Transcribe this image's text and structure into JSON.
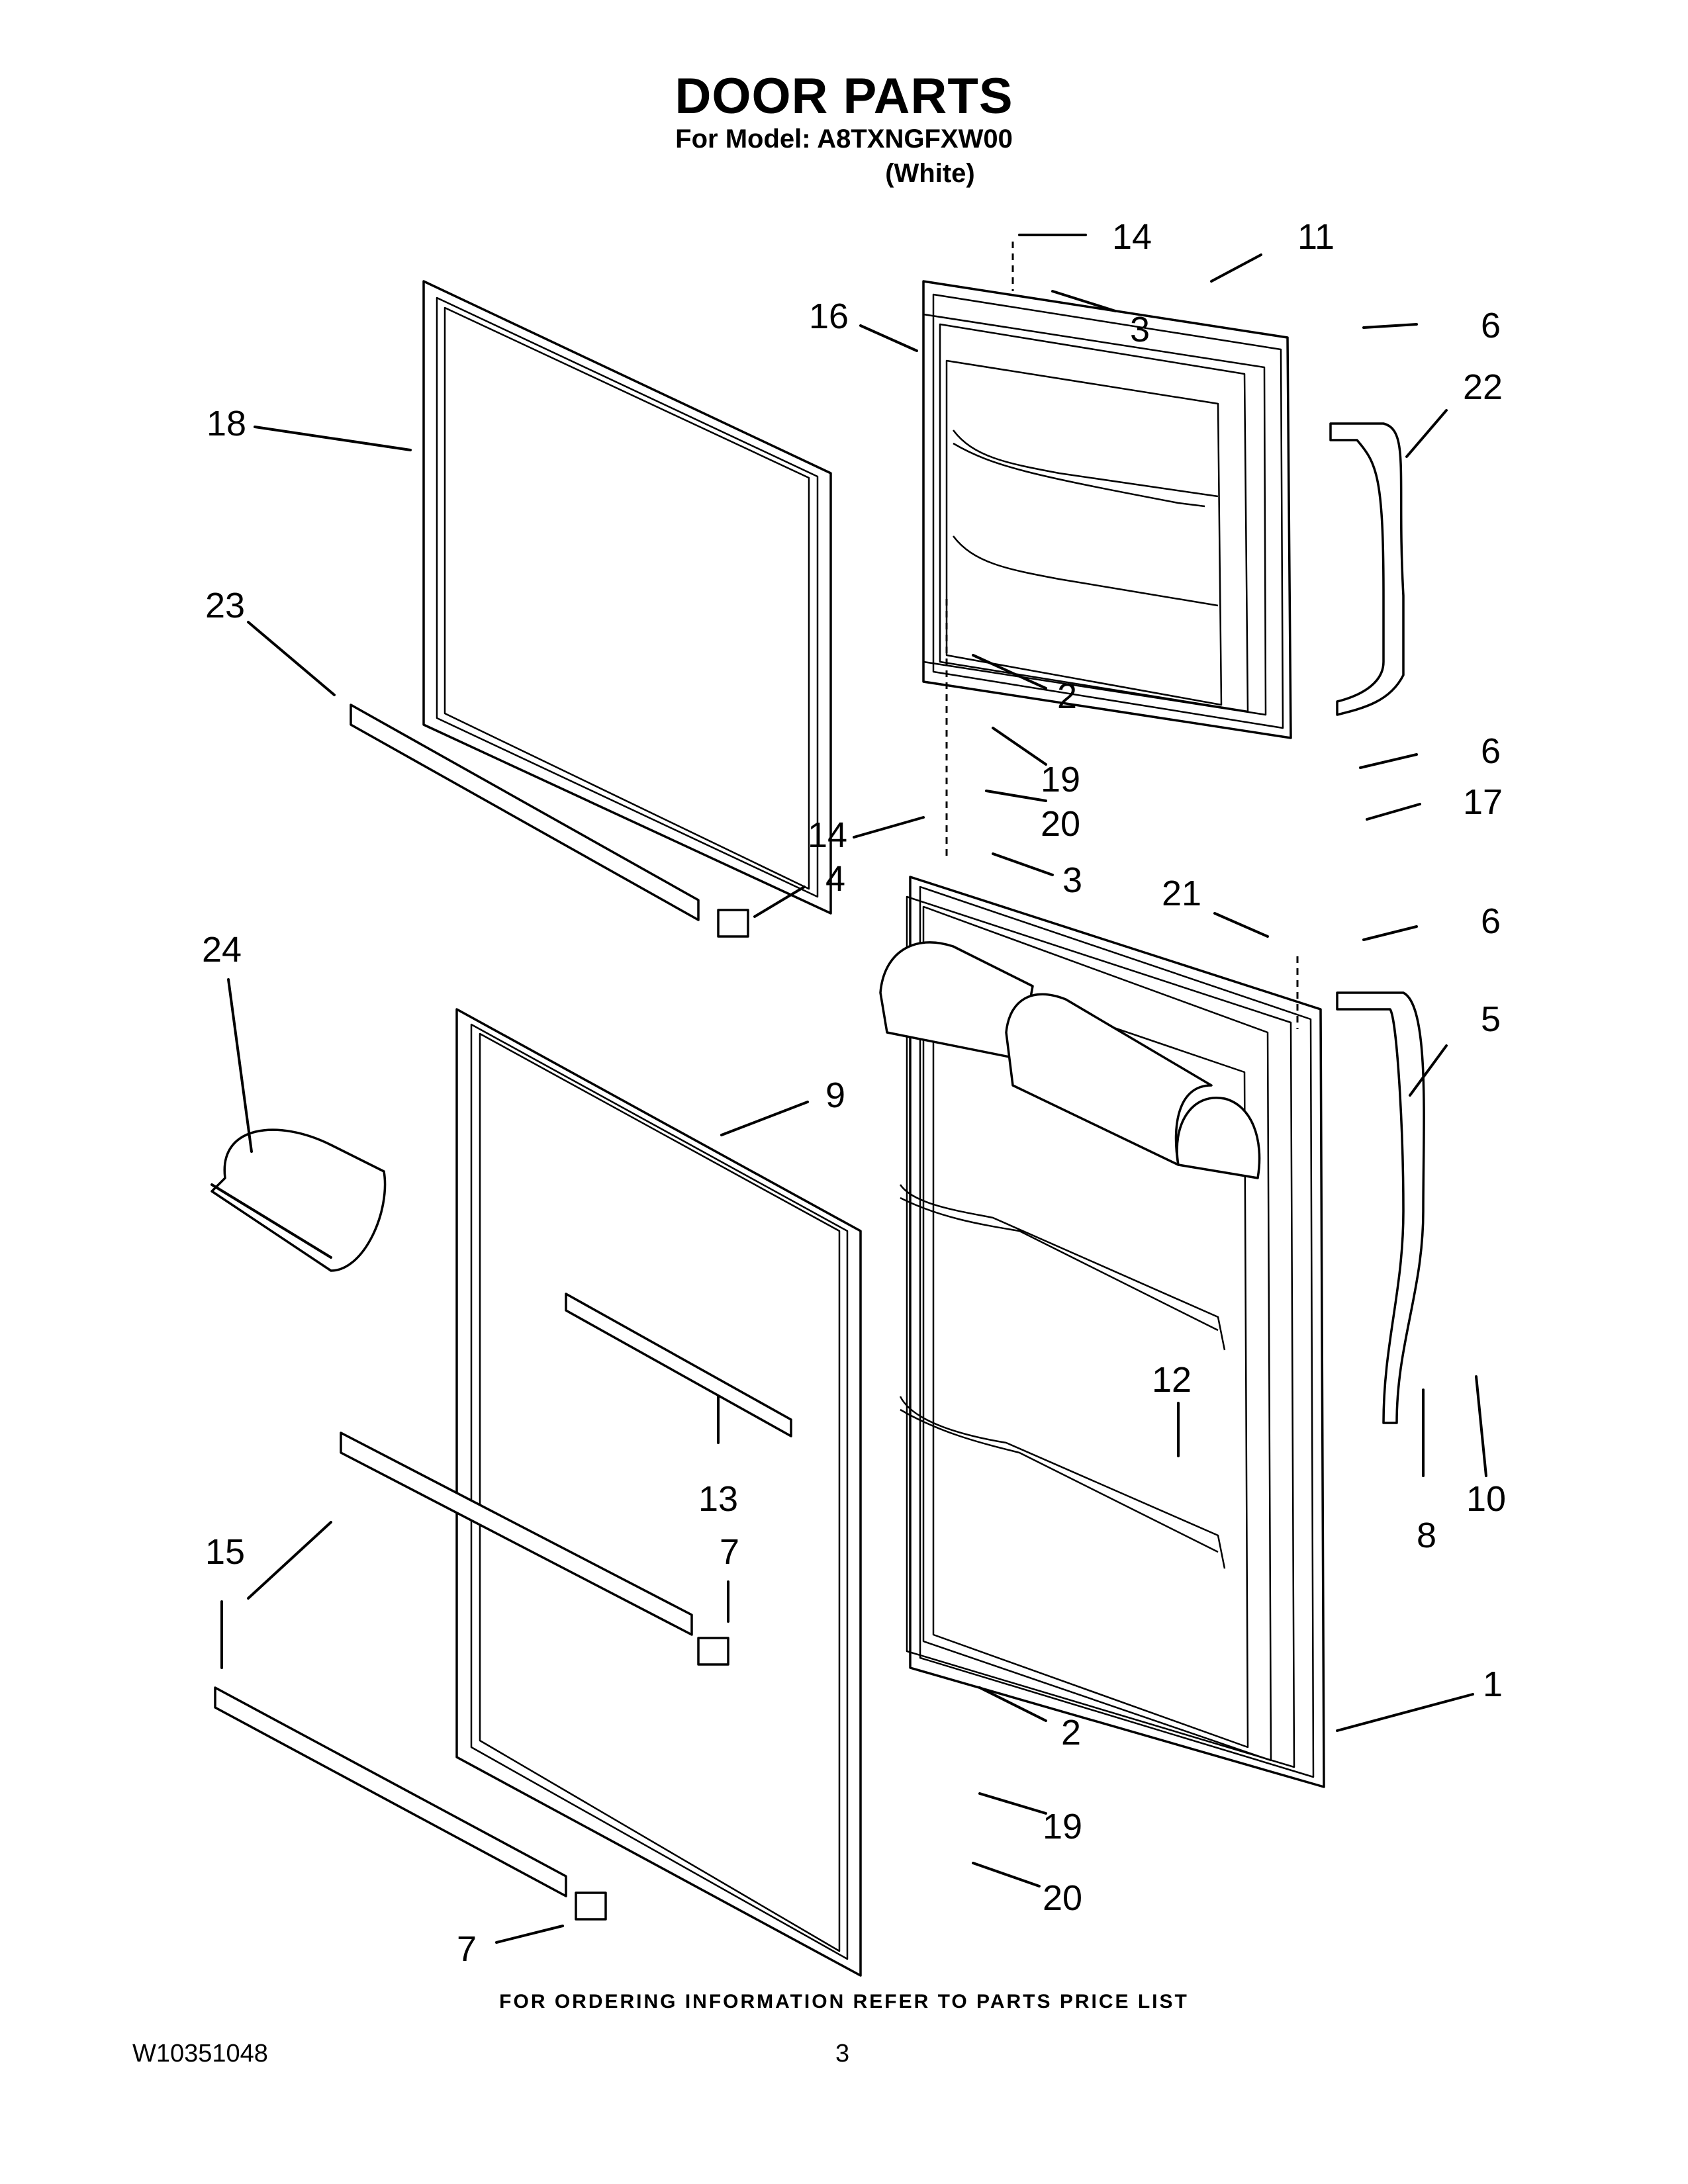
{
  "header": {
    "title": "DOOR PARTS",
    "model": "For Model: A8TXNGFXW00",
    "color": "(White)"
  },
  "callouts": [
    "14",
    "11",
    "3",
    "16",
    "6",
    "22",
    "18",
    "23",
    "2",
    "19",
    "6",
    "20",
    "17",
    "14",
    "3",
    "4",
    "21",
    "6",
    "24",
    "5",
    "9",
    "12",
    "13",
    "8",
    "10",
    "7",
    "15",
    "1",
    "2",
    "19",
    "20",
    "7"
  ],
  "footer": {
    "note": "FOR ORDERING INFORMATION REFER TO PARTS PRICE LIST",
    "doc_number": "W10351048",
    "page_number": "3"
  }
}
